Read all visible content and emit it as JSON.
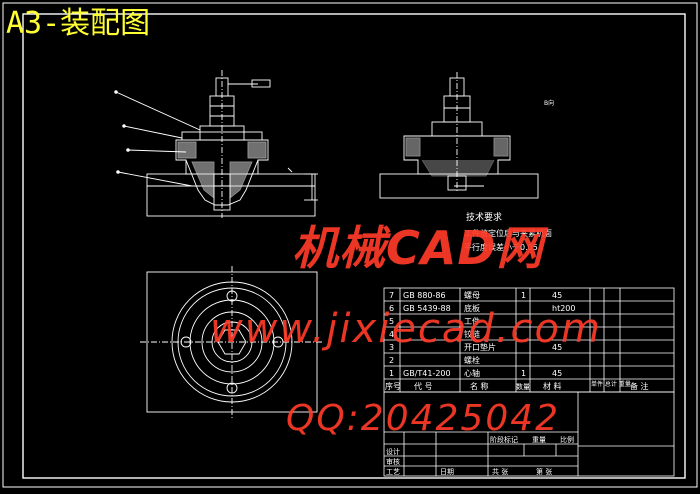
{
  "title": "A3-装配图",
  "tech_requirements": {
    "heading": "技术要求",
    "line1": "工件放定位后与夹紧机面",
    "line2": "平行度误差小于0.05"
  },
  "view_label": "B向",
  "bom": {
    "rows": [
      {
        "no": "7",
        "code": "GB 880-86",
        "name": "螺母",
        "qty": "1",
        "material": "45"
      },
      {
        "no": "6",
        "code": "GB 5439-88",
        "name": "底板",
        "qty": "",
        "material": "ht200"
      },
      {
        "no": "5",
        "code": "",
        "name": "工件",
        "qty": "",
        "material": ""
      },
      {
        "no": "4",
        "code": "",
        "name": "铰链",
        "qty": "",
        "material": ""
      },
      {
        "no": "3",
        "code": "",
        "name": "开口垫片",
        "qty": "",
        "material": "45"
      },
      {
        "no": "2",
        "code": "",
        "name": "螺栓",
        "qty": "",
        "material": ""
      },
      {
        "no": "1",
        "code": "GB/T41-200",
        "name": "心轴",
        "qty": "1",
        "material": "45"
      }
    ],
    "header": {
      "no": "序号",
      "code": "代 号",
      "name": "名 称",
      "qty": "数量",
      "material": "材 料",
      "weight": "单件 总计 重量",
      "note": "备 注"
    }
  },
  "title_block": {
    "design": "设计",
    "check": "审核",
    "process": "工艺",
    "date": "日期",
    "stage_mark": "阶段标记",
    "weight": "重量",
    "scale": "比例",
    "sheet_total": "共 张",
    "sheet_no": "第 张"
  },
  "watermark": {
    "brand": "机械CAD网",
    "url": "www.jixiecad.com",
    "qq": "QQ:20425042"
  },
  "colors": {
    "line": "#ffffff",
    "title": "#ffff33",
    "hatch": "#e0e0e0",
    "watermark": "#ff3b2a"
  }
}
